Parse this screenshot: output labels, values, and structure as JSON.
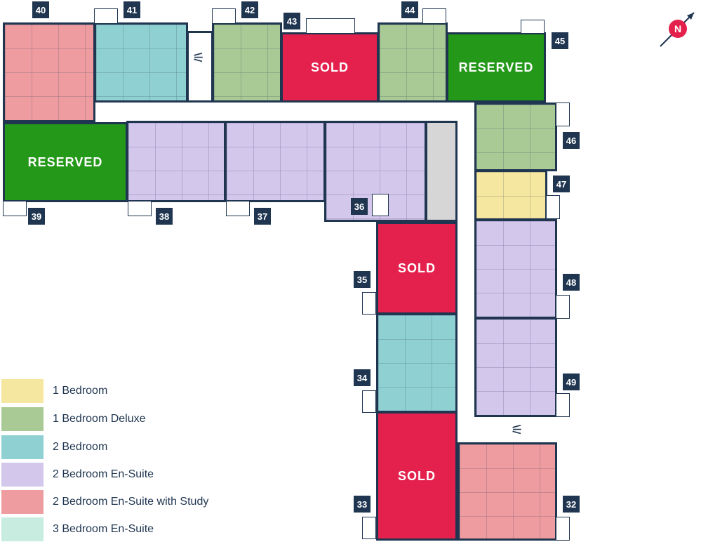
{
  "colors": {
    "one_bedroom": "#f5e79f",
    "one_bedroom_deluxe": "#a9c995",
    "two_bedroom": "#8fd0d2",
    "two_bedroom_en_suite": "#d4c7ec",
    "two_bedroom_en_suite_study": "#ee9ca0",
    "three_bedroom_en_suite": "#c8ecdf",
    "sold": "#e4204d",
    "reserved": "#239819",
    "label_bg": "#1f3550"
  },
  "status_labels": {
    "sold": "SOLD",
    "reserved": "RESERVED"
  },
  "compass": {
    "letter": "N",
    "icon": "north-arrow-icon"
  },
  "stairs_icon": "stairs-icon",
  "units": [
    {
      "number": "32",
      "type": "2 Bedroom En-Suite with Study",
      "status": "available"
    },
    {
      "number": "33",
      "type": "",
      "status": "sold"
    },
    {
      "number": "34",
      "type": "2 Bedroom",
      "status": "available"
    },
    {
      "number": "35",
      "type": "",
      "status": "sold"
    },
    {
      "number": "36",
      "type": "2 Bedroom En-Suite",
      "status": "available"
    },
    {
      "number": "37",
      "type": "2 Bedroom En-Suite",
      "status": "available"
    },
    {
      "number": "38",
      "type": "2 Bedroom En-Suite",
      "status": "available"
    },
    {
      "number": "39",
      "type": "",
      "status": "reserved"
    },
    {
      "number": "40",
      "type": "2 Bedroom En-Suite with Study",
      "status": "available"
    },
    {
      "number": "41",
      "type": "2 Bedroom",
      "status": "available"
    },
    {
      "number": "42",
      "type": "1 Bedroom Deluxe",
      "status": "available"
    },
    {
      "number": "43",
      "type": "",
      "status": "sold"
    },
    {
      "number": "44",
      "type": "1 Bedroom Deluxe",
      "status": "available"
    },
    {
      "number": "45",
      "type": "",
      "status": "reserved"
    },
    {
      "number": "46",
      "type": "1 Bedroom Deluxe",
      "status": "available"
    },
    {
      "number": "47",
      "type": "1 Bedroom",
      "status": "available"
    },
    {
      "number": "48",
      "type": "2 Bedroom En-Suite",
      "status": "available"
    },
    {
      "number": "49",
      "type": "2 Bedroom En-Suite",
      "status": "available"
    }
  ],
  "legend": [
    {
      "label": "1 Bedroom",
      "color": "#f5e79f"
    },
    {
      "label": "1 Bedroom Deluxe",
      "color": "#a9c995"
    },
    {
      "label": "2 Bedroom",
      "color": "#8fd0d2"
    },
    {
      "label": "2 Bedroom En-Suite",
      "color": "#d4c7ec"
    },
    {
      "label": "2 Bedroom En-Suite with Study",
      "color": "#ee9ca0"
    },
    {
      "label": "3 Bedroom En-Suite",
      "color": "#c8ecdf"
    }
  ]
}
